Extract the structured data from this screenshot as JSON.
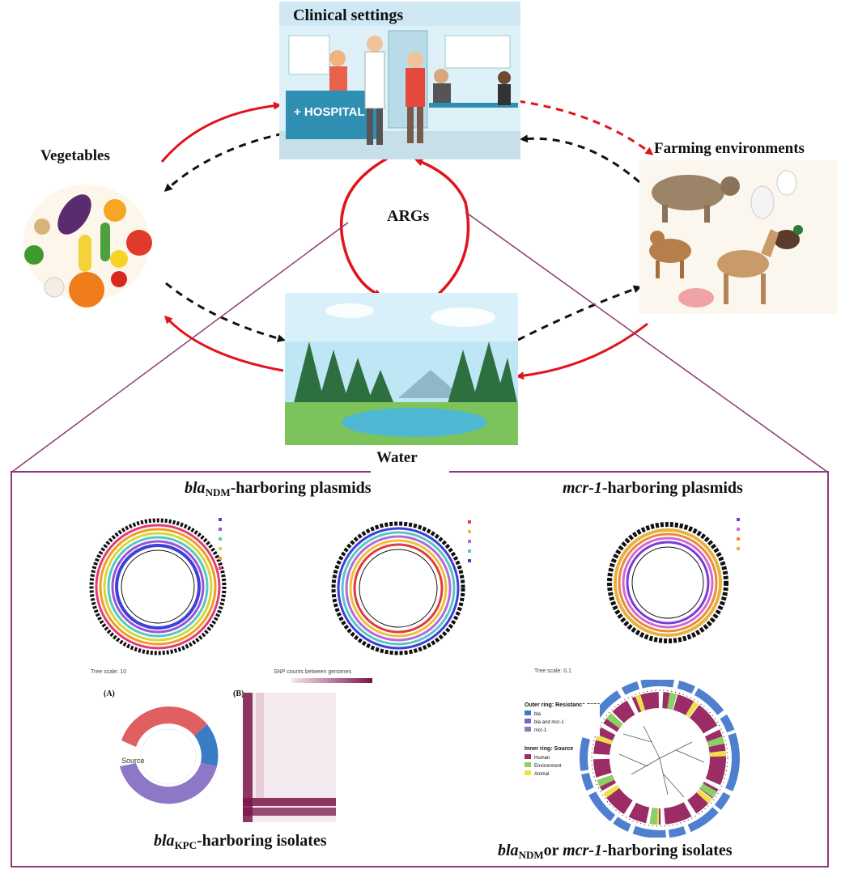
{
  "nodes": {
    "clinical": "Clinical settings",
    "vegetables": "Vegetables",
    "farming": "Farming environments",
    "water": "Water",
    "center": "ARGs",
    "hospital_sign": "+ HOSPITAL"
  },
  "captions": {
    "ndm_plasmids": {
      "gene": "bla",
      "sub": "NDM",
      "rest": "-harboring plasmids"
    },
    "mcr_plasmids": {
      "gene": "mcr-1",
      "rest": "-harboring plasmids"
    },
    "kpc_isolates": {
      "gene": "bla",
      "sub": "KPC",
      "rest": "-harboring isolates"
    },
    "ndm_mcr_isolates": {
      "gene": "bla",
      "sub": "NDM",
      "mid": "or ",
      "gene2": "mcr-1",
      "rest": "-harboring isolates"
    }
  },
  "panel_labels": {
    "kpc_a": "(A)",
    "kpc_b": "(B)",
    "kpc_tree_scale": "Tree scale: 10",
    "kpc_source": "Source",
    "snp_title": "SNP counts between genomes",
    "tree_scale": "Tree scale: 0.1",
    "outer_ring": "Outer ring: Resistance gene",
    "inner_ring": "Inner ring: Source",
    "legend_outer": [
      "bla",
      "bla and mcr-1",
      "mcr-1"
    ],
    "legend_inner": [
      "Human",
      "Environment",
      "Animal"
    ]
  },
  "colors": {
    "red_arrow": "#e0141b",
    "black_arrow": "#111111",
    "frame": "#8a3b77",
    "snp_dark": "#7a1648"
  }
}
